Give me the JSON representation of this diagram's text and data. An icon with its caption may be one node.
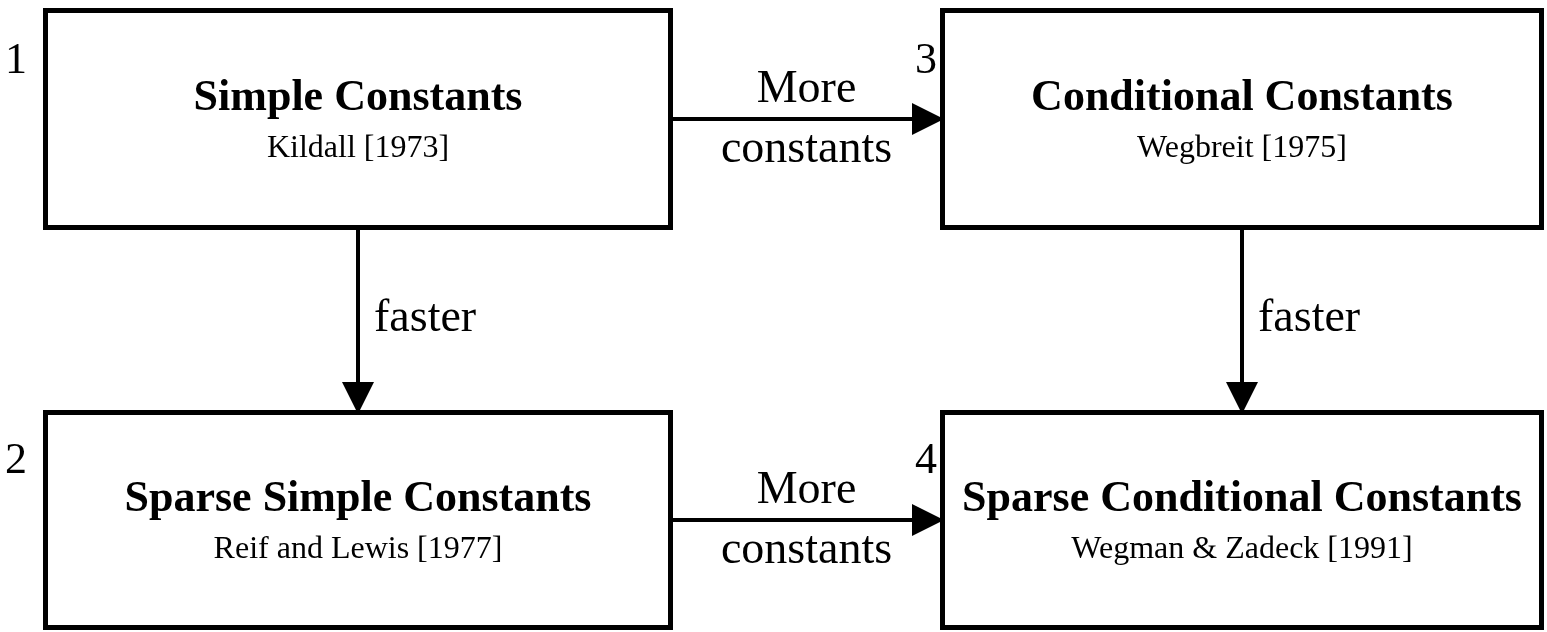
{
  "diagram": {
    "nodes": [
      {
        "text": [
          "Simple Constants",
          "Kildall [1973]"
        ],
        "beside": [
          "1"
        ]
      },
      {
        "text": [
          "Conditional Constants",
          "Wegbreit [1975]"
        ],
        "beside": [
          "3"
        ]
      },
      {
        "text": [
          "Sparse Simple Constants",
          "Reif and Lewis [1977]"
        ],
        "beside": [
          "2"
        ]
      },
      {
        "text": [
          "Sparse Conditional Constants",
          "Wegman & Zadeck [1991]"
        ],
        "beside": [
          "4"
        ]
      }
    ],
    "edges": [
      {
        "from": 0,
        "to": 1,
        "arrow": "to",
        "label": "More constants"
      },
      {
        "from": 0,
        "to": 2,
        "arrow": "to",
        "label": "faster"
      },
      {
        "from": 1,
        "to": 3,
        "arrow": "to",
        "label": "faster"
      },
      {
        "from": 2,
        "to": 3,
        "arrow": "to",
        "label": "More constants"
      }
    ]
  }
}
